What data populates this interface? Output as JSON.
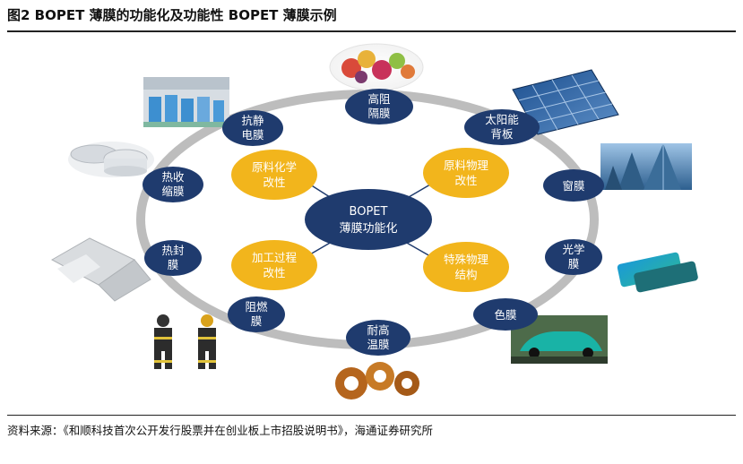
{
  "header": {
    "title": "图2  BOPET 薄膜的功能化及功能性 BOPET 薄膜示例"
  },
  "diagram": {
    "center": {
      "line1": "BOPET",
      "line2": "薄膜功能化"
    },
    "modifications": [
      {
        "line1": "原料化学",
        "line2": "改性"
      },
      {
        "line1": "原料物理",
        "line2": "改性"
      },
      {
        "line1": "加工过程",
        "line2": "改性"
      },
      {
        "line1": "特殊物理",
        "line2": "结构"
      }
    ],
    "ring_nodes": [
      {
        "line1": "高阻",
        "line2": "隔膜"
      },
      {
        "line1": "太阳能",
        "line2": "背板"
      },
      {
        "line1": "窗膜",
        "line2": ""
      },
      {
        "line1": "光学",
        "line2": "膜"
      },
      {
        "line1": "色膜",
        "line2": ""
      },
      {
        "line1": "耐高",
        "line2": "温膜"
      },
      {
        "line1": "阻燃",
        "line2": "膜"
      },
      {
        "line1": "热封",
        "line2": "膜"
      },
      {
        "line1": "热收",
        "line2": "缩膜"
      },
      {
        "line1": "抗静",
        "line2": "电膜"
      }
    ],
    "colors": {
      "node_navy": "#1f3b6e",
      "modification_gold": "#f2b51c",
      "ring_gray": "#b9b9b9"
    }
  },
  "footer": {
    "source": "资料来源：《和顺科技首次公开发行股票并在创业板上市招股说明书》，海通证券研究所"
  }
}
